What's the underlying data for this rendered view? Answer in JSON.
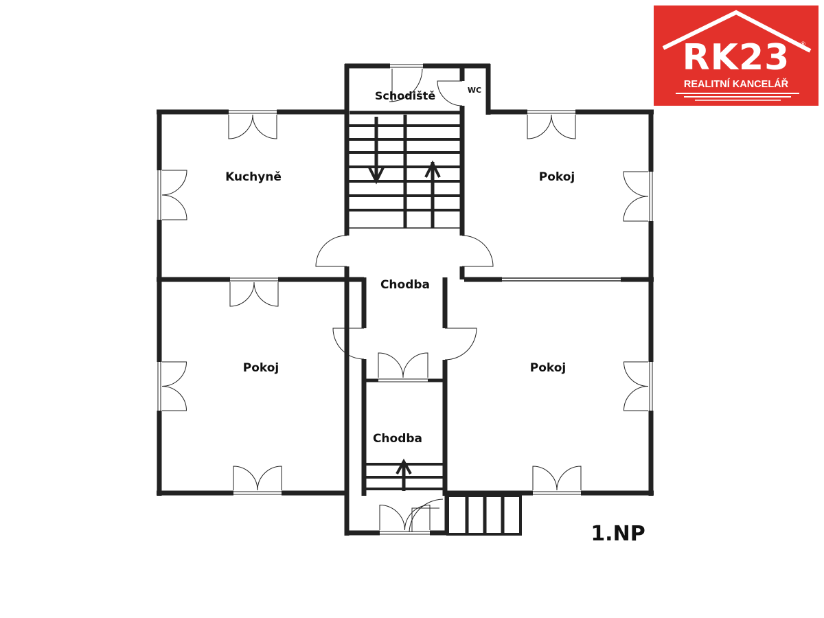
{
  "logo": {
    "brand": "RK23",
    "tagline": "REALITNÍ KANCELÁŘ",
    "registered": "®",
    "color": "#e3312b"
  },
  "floor_label": "1.NP",
  "rooms": [
    {
      "name": "Schodiště"
    },
    {
      "name": "WC"
    },
    {
      "name": "Kuchyně"
    },
    {
      "name": "Pokoj"
    },
    {
      "name": "Chodba"
    },
    {
      "name": "Pokoj"
    },
    {
      "name": "Pokoj"
    },
    {
      "name": "Chodba"
    }
  ],
  "colors": {
    "wall": "#222222",
    "background": "#ffffff"
  }
}
